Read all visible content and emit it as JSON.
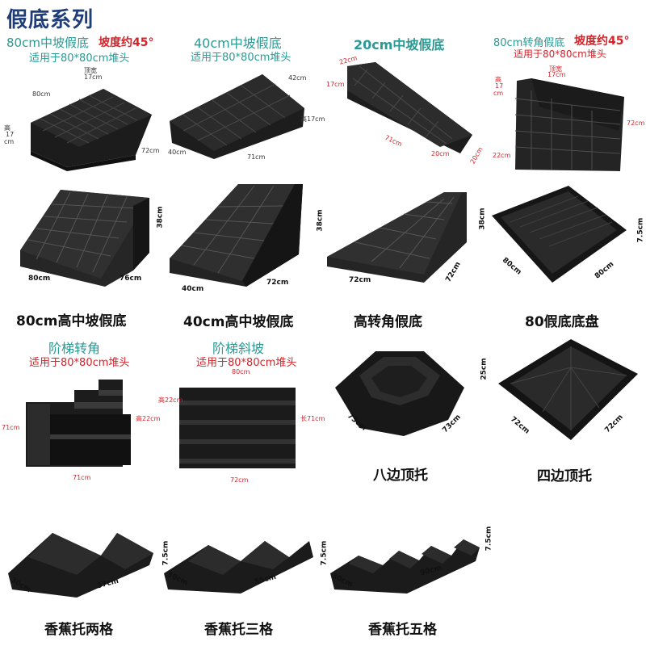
{
  "title": "假底系列",
  "row1": {
    "p1": {
      "name": "80cm中坡假底",
      "slope": "坡度约45°",
      "fit": "适用于80*80cm堆头",
      "dims": [
        "顶宽",
        "17cm",
        "80cm",
        "高",
        "17",
        "cm",
        "72cm"
      ]
    },
    "p2": {
      "name": "40cm中坡假底",
      "fit": "适用于80*80cm堆头",
      "dims": [
        "42cm",
        "高17cm",
        "40cm",
        "71cm"
      ]
    },
    "p3": {
      "name": "20cm中坡假底",
      "dims": [
        "22cm",
        "17cm",
        "71cm",
        "20cm",
        "20cm"
      ]
    },
    "p4": {
      "name": "80cm转角假底",
      "slope": "坡度约45°",
      "fit": "适用于80*80cm堆头",
      "dims": [
        "顶宽",
        "17cm",
        "高",
        "17",
        "cm",
        "72cm",
        "22cm"
      ]
    }
  },
  "row2": {
    "p1": {
      "caption": "80cm高中坡假底",
      "dims": [
        "80cm",
        "76cm",
        "38cm"
      ]
    },
    "p2": {
      "caption": "40cm高中坡假底",
      "dims": [
        "40cm",
        "72cm",
        "38cm"
      ]
    },
    "p3": {
      "caption": "高转角假底",
      "dims": [
        "72cm",
        "72cm",
        "38cm"
      ]
    },
    "p4": {
      "caption": "80假底底盘",
      "dims": [
        "80cm",
        "80cm",
        "7.5cm"
      ]
    }
  },
  "row3": {
    "p1": {
      "name": "阶梯转角",
      "fit": "适用于80*80cm堆头",
      "dims": [
        "71cm",
        "71cm",
        "高22cm"
      ]
    },
    "p2": {
      "name": "阶梯斜坡",
      "fit": "适用于80*80cm堆头",
      "dims": [
        "80cm",
        "高22cm",
        "长71cm",
        "72cm"
      ]
    },
    "p3": {
      "caption": "八边顶托",
      "dims": [
        "25cm",
        "73cm",
        "73cm"
      ]
    },
    "p4": {
      "caption": "四边顶托",
      "dims": [
        "72cm",
        "72cm"
      ]
    }
  },
  "row4": {
    "p1": {
      "caption": "香蕉托两格",
      "dims": [
        "30cm",
        "37cm",
        "7.5cm"
      ]
    },
    "p2": {
      "caption": "香蕉托三格",
      "dims": [
        "30cm",
        "55cm",
        "7.5cm"
      ]
    },
    "p3": {
      "caption": "香蕉托五格",
      "dims": [
        "30cm",
        "90cm",
        "7.5cm"
      ]
    }
  },
  "colors": {
    "title": "#1f3d78",
    "teal": "#2a9a93",
    "red": "#d6232a",
    "product": "#1b1b1b"
  }
}
